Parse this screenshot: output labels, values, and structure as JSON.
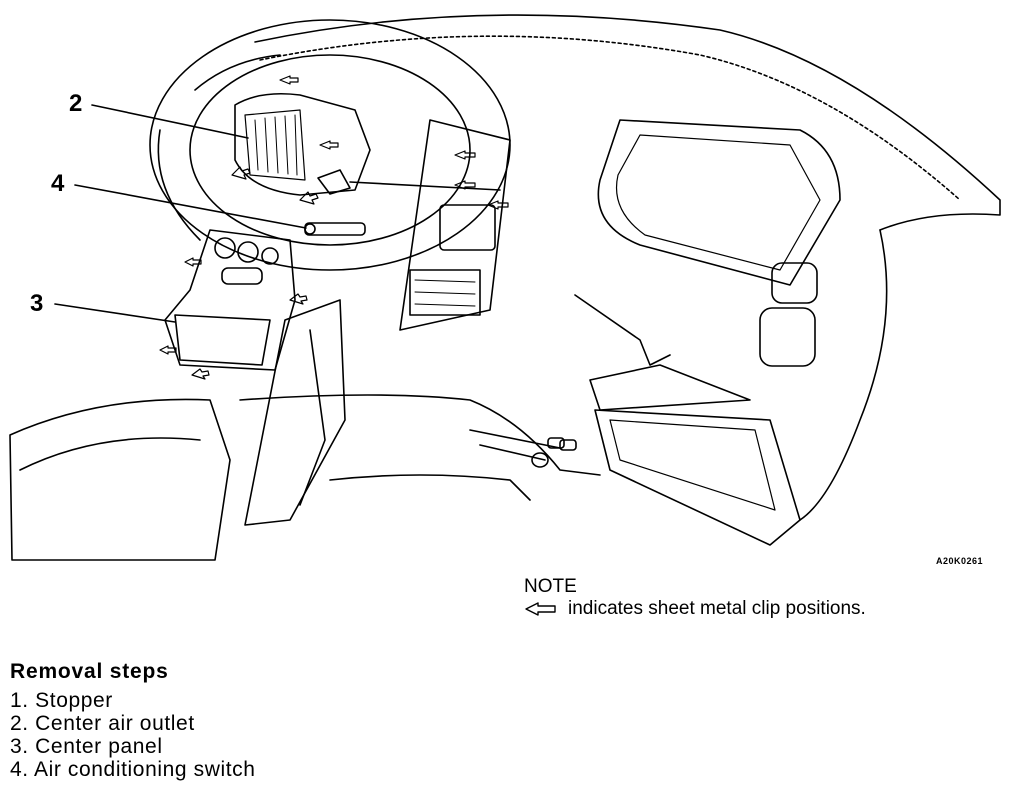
{
  "diagram": {
    "callouts": [
      "2",
      "4",
      "3"
    ],
    "figure_code": "A20K0261"
  },
  "note": {
    "title": "NOTE",
    "legend_text": "indicates sheet metal clip positions."
  },
  "removal": {
    "title": "Removal steps",
    "steps": [
      "1. Stopper",
      "2. Center air outlet",
      "3. Center panel",
      "4. Air conditioning switch"
    ]
  },
  "colors": {
    "ink": "#000000",
    "paper": "#ffffff"
  }
}
